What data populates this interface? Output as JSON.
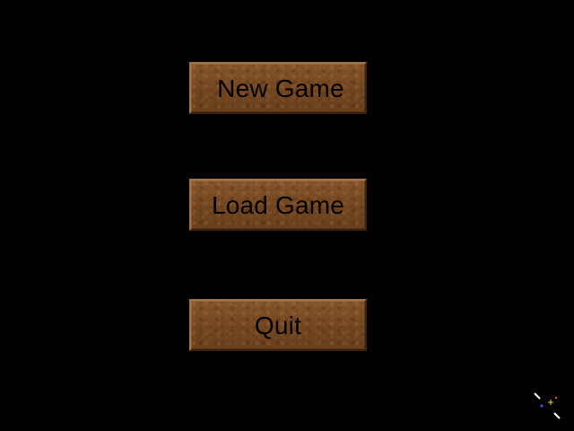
{
  "main_menu": {
    "buttons": [
      {
        "label": "New Game"
      },
      {
        "label": "Load Game"
      },
      {
        "label": "Quit"
      }
    ]
  },
  "colors": {
    "background": "#000000",
    "button_wood": "#7a4a22",
    "button_text": "#000000"
  },
  "icons": {
    "cursor": "crosshair-cursor-icon"
  }
}
